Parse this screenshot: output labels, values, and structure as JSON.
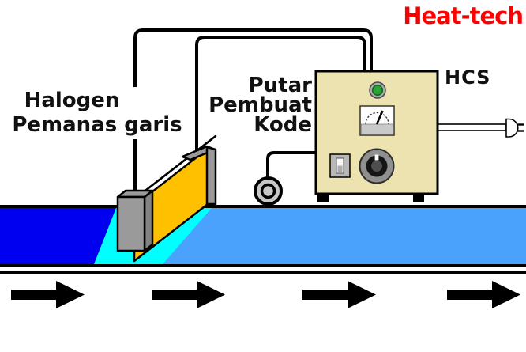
{
  "logo": {
    "text": "Heat-tech",
    "color": "#FF0000"
  },
  "labels": {
    "heater": {
      "line1": "Halogen",
      "line2": "Pemanas garis"
    },
    "encoder": {
      "line1": "Putar",
      "line2": "Pembuat",
      "line3": "Kode"
    },
    "controller_model": "HCS"
  },
  "diagram": {
    "heater": {
      "body_color": "#FFC000",
      "mount_color": "#9A9A9A",
      "mount_shade_color": "#828282"
    },
    "conveyor": {
      "belt_color": "#0000F0",
      "heated_zone_color": "#00FFFF",
      "belt_color_after_heater": "#4AA2FC",
      "direction": "right",
      "arrow_count": 4,
      "arrow_color": "#000000"
    },
    "controller": {
      "panel_color": "#EDE3B0",
      "indicator_color": "#2BA336",
      "components": [
        "power-indicator-light",
        "analog-meter",
        "toggle-switch",
        "control-knob",
        "power-cord-plug"
      ]
    },
    "encoder": {
      "wheel_color": "#C8C8C8"
    }
  }
}
